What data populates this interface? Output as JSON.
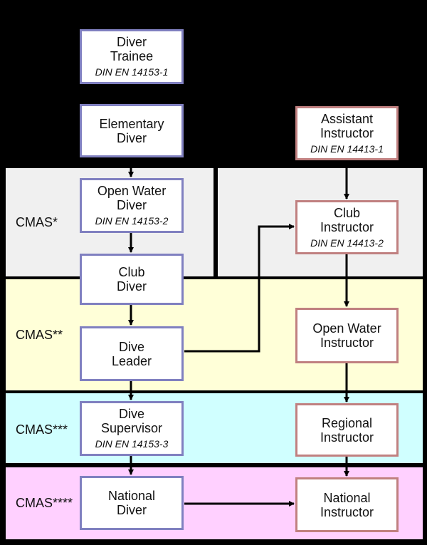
{
  "levels": {
    "cmas1": "CMAS*",
    "cmas2": "CMAS**",
    "cmas3": "CMAS***",
    "cmas4": "CMAS****"
  },
  "level_colors": {
    "cmas1": "#f0f0f0",
    "cmas2": "#ffffd8",
    "cmas3": "#d0ffff",
    "cmas4": "#ffd0ff"
  },
  "diver_track": {
    "trainee": {
      "line1": "Diver",
      "line2": "Trainee",
      "standard": "DIN EN 14153-1"
    },
    "elementary": {
      "line1": "Elementary",
      "line2": "Diver"
    },
    "open_water": {
      "line1": "Open Water",
      "line2": "Diver",
      "standard": "DIN EN 14153-2"
    },
    "club": {
      "line1": "Club",
      "line2": "Diver"
    },
    "dive_leader": {
      "line1": "Dive",
      "line2": "Leader"
    },
    "dive_supervisor": {
      "line1": "Dive",
      "line2": "Supervisor",
      "standard": "DIN EN 14153-3"
    },
    "national": {
      "line1": "National",
      "line2": "Diver"
    }
  },
  "instructor_track": {
    "assistant": {
      "line1": "Assistant",
      "line2": "Instructor",
      "standard": "DIN EN 14413-1"
    },
    "club": {
      "line1": "Club",
      "line2": "Instructor",
      "standard": "DIN EN 14413-2"
    },
    "open_water": {
      "line1": "Open Water",
      "line2": "Instructor"
    },
    "regional": {
      "line1": "Regional",
      "line2": "Instructor"
    },
    "national": {
      "line1": "National",
      "line2": "Instructor"
    }
  },
  "colors": {
    "diver_border": "#8080c0",
    "instructor_border": "#c08080",
    "background": "#000000"
  }
}
